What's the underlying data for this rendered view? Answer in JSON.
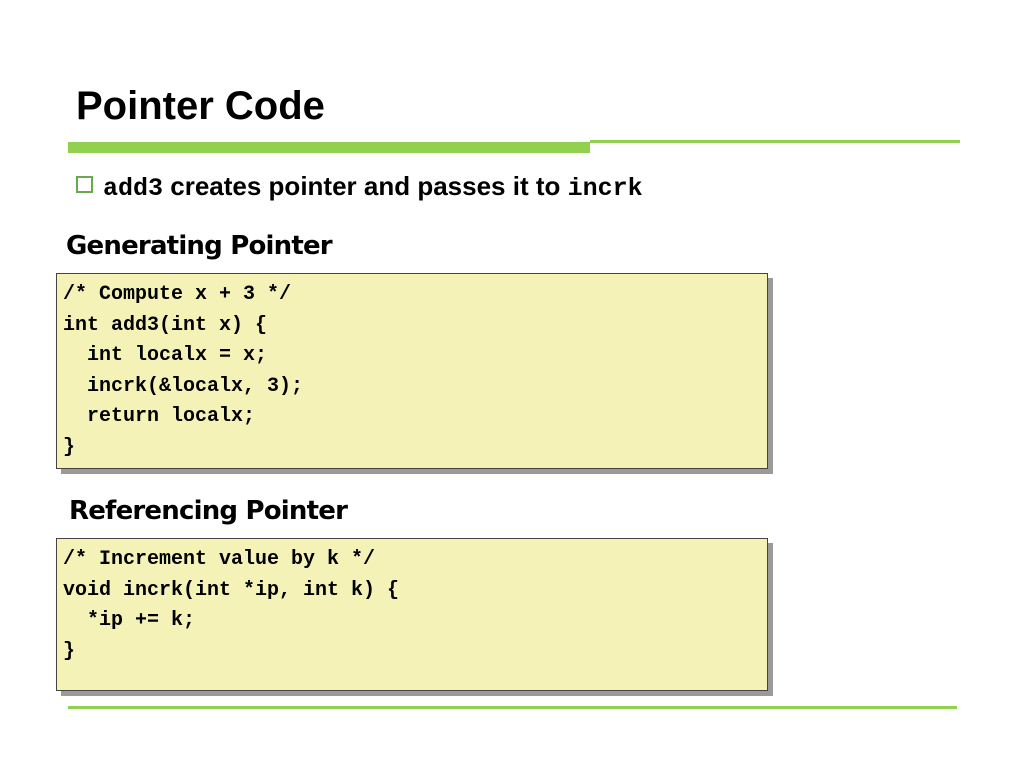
{
  "slide": {
    "title": "Pointer Code",
    "bullet": {
      "code_before": "add3",
      "text": "creates pointer and passes it to",
      "code_after": "incrk"
    },
    "sections": [
      {
        "label": "Generating Pointer",
        "code_lines": [
          "/* Compute x + 3 */",
          "int add3(int x) {",
          "  int localx = x;",
          "  incrk(&localx, 3);",
          "  return localx;",
          "}"
        ]
      },
      {
        "label": "Referencing Pointer",
        "code_lines": [
          "/* Increment value by k */",
          "void incrk(int *ip, int k) {",
          "  *ip += k;",
          "}"
        ]
      }
    ],
    "colors": {
      "accent": "#92d050",
      "code_background": "#f5f2b8",
      "bullet_box": "#6aa84f"
    }
  }
}
